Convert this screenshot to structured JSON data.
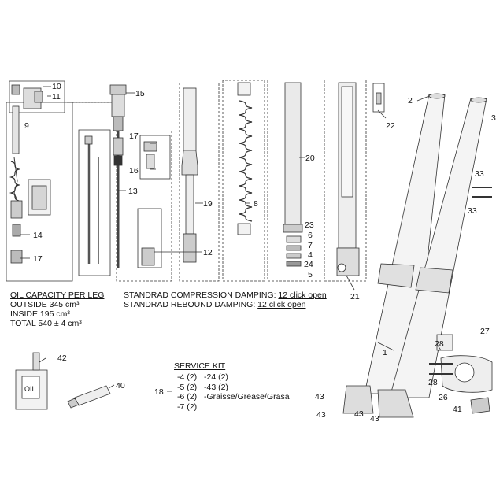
{
  "oil_capacity": {
    "title": "OIL CAPACITY PER LEG",
    "lines": [
      "OUTSIDE 345 cm³",
      "INSIDE 195 cm³",
      "TOTAL 540 ± 4 cm³"
    ]
  },
  "damping": {
    "compression_label": "STANDRAD COMPRESSION DAMPING:",
    "compression_value": "12 click open",
    "rebound_label": "STANDRAD REBOUND DAMPING:",
    "rebound_value": "12 click open"
  },
  "service_kit": {
    "title": "SERVICE KIT",
    "ref": "18",
    "col1": [
      "-4 (2)",
      "-5 (2)",
      "-6 (2)",
      "-7 (2)"
    ],
    "col2": [
      "-24 (2)",
      "-43 (2)",
      "-Graisse/Grease/Grasa"
    ]
  },
  "oil_bottle_label": "OIL",
  "callouts": {
    "c10": "10",
    "c11": "11",
    "c9": "9",
    "c14": "14",
    "c17a": "17",
    "c15": "15",
    "c17b": "17",
    "c16": "16",
    "c13": "13",
    "c19": "19",
    "c12": "12",
    "c8": "8",
    "c20": "20",
    "c23": "23",
    "c6": "6",
    "c7": "7",
    "c4": "4",
    "c24": "24",
    "c5": "5",
    "c21": "21",
    "c22": "22",
    "c2": "2",
    "c3": "3",
    "c33a": "33",
    "c33b": "33",
    "c1": "1",
    "c27": "27",
    "c28a": "28",
    "c28b": "28",
    "c26": "26",
    "c41": "41",
    "c42": "42",
    "c40": "40",
    "c43a": "43",
    "c43b": "43",
    "c43c": "43",
    "c43d": "43"
  }
}
